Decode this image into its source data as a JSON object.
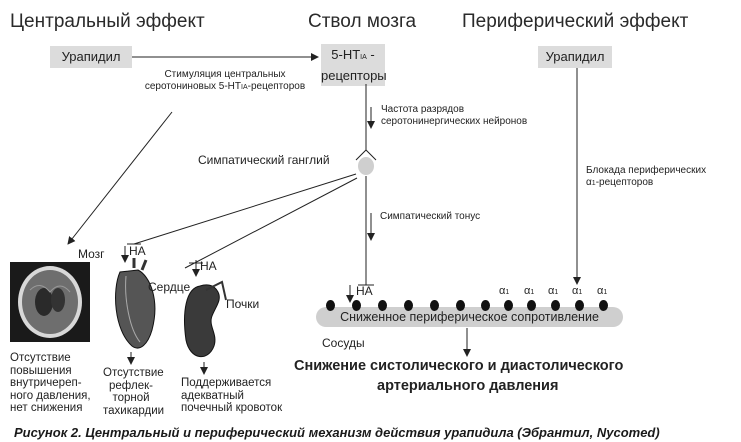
{
  "headings": {
    "central": "Центральный эффект",
    "brainstem": "Ствол мозга",
    "peripheral": "Периферический эффект"
  },
  "boxes": {
    "urapidil_left": "Урапидил",
    "receptors_line1": "5-HT",
    "receptors_sub": "IA",
    "receptors_line1_end": " -",
    "receptors_line2": "рецепторы",
    "urapidil_right": "Урапидил"
  },
  "labels": {
    "stimulation_1": "Стимуляция центральных",
    "stimulation_2a": "серотониновых 5-HT",
    "stimulation_sub": "IA",
    "stimulation_2b": "-рецепторов",
    "firing_1": "Частота разрядов",
    "firing_2": "серотонинергических нейронов",
    "ganglion": "Симпатический ганглий",
    "tone": "Симпатический тонус",
    "blockade_1": "Блокада периферических",
    "blockade_2a": "α",
    "blockade_sub": "1",
    "blockade_2b": "-рецепторов",
    "brain": "Мозг",
    "heart": "Сердце",
    "kidneys": "Почки",
    "vessels": "Сосуды",
    "na_brain": "НА",
    "na_heart": "НА",
    "na_vessels": "НА",
    "vessel_bar": "Сниженное периферическое сопротивление",
    "alpha": "α",
    "alpha_sub": "1"
  },
  "effects": {
    "brain": [
      "Отсутствие",
      "повышения",
      "внутричереп-",
      "ного давления,",
      "нет снижения"
    ],
    "heart": [
      "Отсутствие",
      "рефлек-",
      "торной",
      "тахикардии"
    ],
    "kidneys": [
      "Поддерживается",
      "адекватный",
      "почечный кровоток"
    ]
  },
  "result": {
    "line1": "Снижение систолического и диастолического",
    "line2": "артериального давления"
  },
  "caption": "Рисунок 2. Центральный и периферический механизм действия урапидила (Эбрантил, Nycomed)"
}
